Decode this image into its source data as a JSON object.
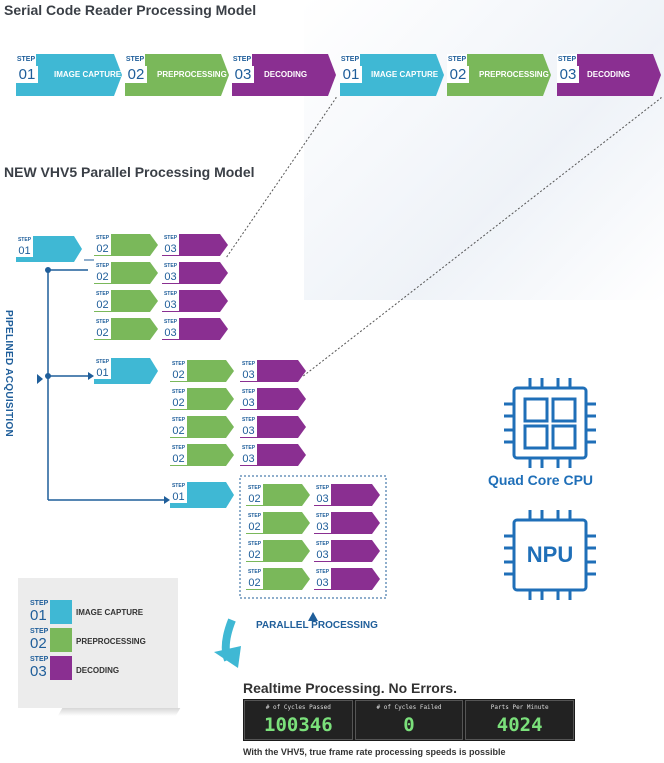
{
  "serial": {
    "title": "Serial Code Reader Processing Model",
    "steps": [
      {
        "step": "STEP",
        "num": "01",
        "label": "IMAGE CAPTURE"
      },
      {
        "step": "STEP",
        "num": "02",
        "label": "PREPROCESSING"
      },
      {
        "step": "STEP",
        "num": "03",
        "label": "DECODING"
      },
      {
        "step": "STEP",
        "num": "01",
        "label": "IMAGE CAPTURE"
      },
      {
        "step": "STEP",
        "num": "02",
        "label": "PREPROCESSING"
      },
      {
        "step": "STEP",
        "num": "03",
        "label": "DECODING"
      }
    ]
  },
  "parallel": {
    "title": "NEW VHV5 Parallel Processing Model",
    "step_word": "STEP",
    "num_01": "01",
    "num_02": "02",
    "num_03": "03",
    "acquisition_label": "PIPELINED ACQUISITION",
    "parallel_label": "PARALLEL PROCESSING"
  },
  "chips": {
    "cpu_label": "Quad Core CPU",
    "npu_text": "NPU",
    "color": "#1f6fb8"
  },
  "legend": {
    "items": [
      {
        "step": "STEP",
        "num": "01",
        "label": "IMAGE CAPTURE",
        "color": "#3fb8d4"
      },
      {
        "step": "STEP",
        "num": "02",
        "label": "PREPROCESSING",
        "color": "#7ab85a"
      },
      {
        "step": "STEP",
        "num": "03",
        "label": "DECODING",
        "color": "#8a2f91"
      }
    ]
  },
  "realtime": {
    "title": "Realtime Processing. No Errors.",
    "stats": [
      {
        "label": "# of Cycles Passed",
        "value": "100346"
      },
      {
        "label": "# of Cycles Failed",
        "value": "0"
      },
      {
        "label": "Parts Per Minute",
        "value": "4024"
      }
    ],
    "footnote": "With the VHV5, true frame rate processing speeds is possible"
  },
  "colors": {
    "capture": "#3fb8d4",
    "preprocess": "#7ab85a",
    "decode": "#8a2f91",
    "accent": "#1f5e9a"
  }
}
